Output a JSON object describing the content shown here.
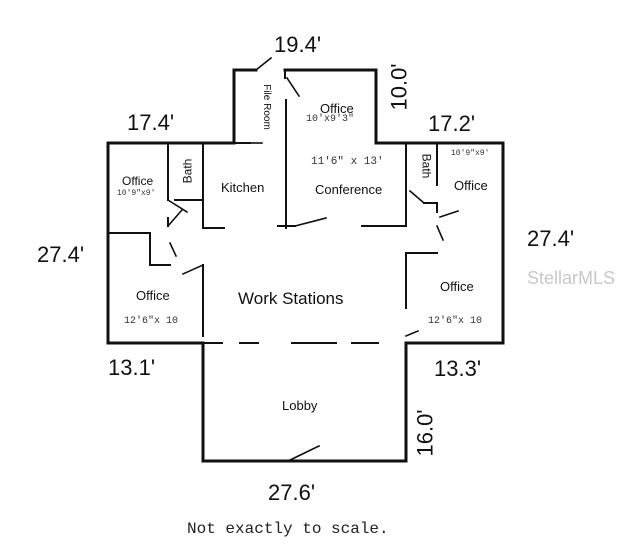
{
  "plan": {
    "dimensions": {
      "top": "19.4'",
      "file_room_right": "10.0'",
      "top_left": "17.4'",
      "top_right": "17.2'",
      "left": "27.4'",
      "right": "27.4'",
      "bottom_left": "13.1'",
      "bottom_right": "13.3'",
      "lobby_right": "16.0'",
      "bottom": "27.6'"
    },
    "rooms": {
      "file_room": "File Room",
      "office_top": "Office",
      "office_top_size": "10'x9'3\"",
      "conference": "Conference",
      "conference_size": "11'6\" x 13'",
      "kitchen": "Kitchen",
      "bath_left": "Bath",
      "bath_right": "Bath",
      "office_tl": "Office",
      "office_tl_size": "10'9\"x9'",
      "office_tr": "Office",
      "office_tr_size": "10'9\"x9'",
      "office_bl": "Office",
      "office_bl_size": "12'6\"x 10",
      "office_br": "Office",
      "office_br_size": "12'6\"x 10",
      "work_stations": "Work Stations",
      "lobby": "Lobby"
    },
    "watermark": "StellarMLS",
    "note": "Not exactly to scale."
  },
  "colors": {
    "wall": "#111111",
    "watermark": "#c8c8c8"
  }
}
